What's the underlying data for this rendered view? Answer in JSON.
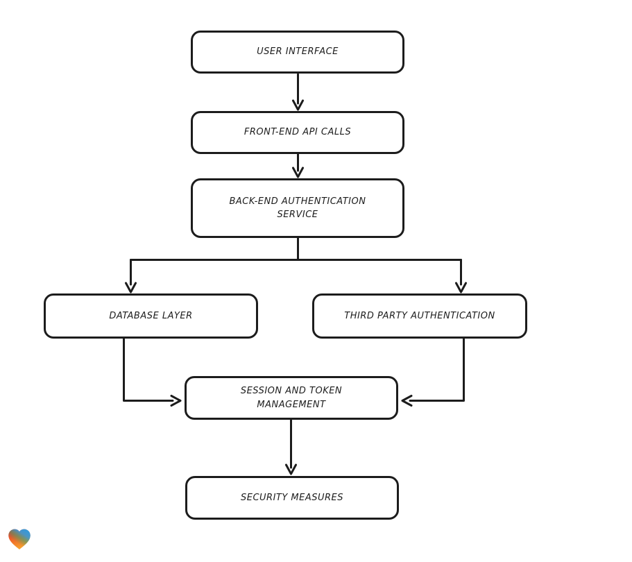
{
  "canvas": {
    "background": "#ffffff",
    "stroke_color": "#1c1c1c",
    "node_fill": "#ffffff"
  },
  "diagram": {
    "type": "flowchart",
    "direction": "top-down",
    "nodes": [
      {
        "id": "user-interface",
        "label": "USER INTERFACE"
      },
      {
        "id": "front-end-api-calls",
        "label": "FRONT-END API CALLS"
      },
      {
        "id": "back-end-authentication-service",
        "label": "BACK-END AUTHENTICATION\nSERVICE"
      },
      {
        "id": "database-layer",
        "label": "DATABASE LAYER"
      },
      {
        "id": "third-party-authentication",
        "label": "THIRD PARTY AUTHENTICATION"
      },
      {
        "id": "session-and-token-management",
        "label": "SESSION AND TOKEN\nMANAGEMENT"
      },
      {
        "id": "security-measures",
        "label": "SECURITY MEASURES"
      }
    ],
    "edges": [
      {
        "from": "user-interface",
        "to": "front-end-api-calls"
      },
      {
        "from": "front-end-api-calls",
        "to": "back-end-authentication-service"
      },
      {
        "from": "back-end-authentication-service",
        "to": "database-layer"
      },
      {
        "from": "back-end-authentication-service",
        "to": "third-party-authentication"
      },
      {
        "from": "database-layer",
        "to": "session-and-token-management"
      },
      {
        "from": "third-party-authentication",
        "to": "session-and-token-management"
      },
      {
        "from": "session-and-token-management",
        "to": "security-measures"
      }
    ]
  },
  "logo": {
    "shape": "gradient-heart",
    "colors": {
      "red": "#e8262f",
      "blue": "#2f9ddf",
      "green": "#3ba56e",
      "orange": "#f6a02e"
    }
  }
}
